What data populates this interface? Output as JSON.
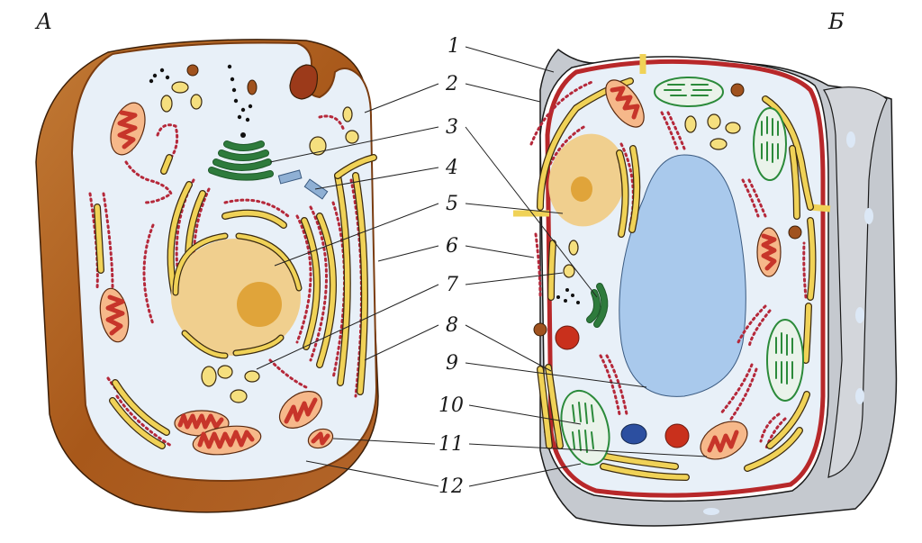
{
  "figure": {
    "title": "Animal and plant cell structure",
    "panels": [
      {
        "id": "A",
        "label": "А",
        "description": "Animal cell"
      },
      {
        "id": "B",
        "label": "Б",
        "description": "Plant cell"
      }
    ],
    "labels": [
      {
        "number": "1",
        "structure": "cell wall"
      },
      {
        "number": "2",
        "structure": "plasma membrane"
      },
      {
        "number": "3",
        "structure": "Golgi apparatus"
      },
      {
        "number": "4",
        "structure": "centrioles"
      },
      {
        "number": "5",
        "structure": "nucleus"
      },
      {
        "number": "6",
        "structure": "endoplasmic reticulum"
      },
      {
        "number": "7",
        "structure": "vesicles / lysosomes"
      },
      {
        "number": "8",
        "structure": "smooth endoplasmic reticulum"
      },
      {
        "number": "9",
        "structure": "vacuole"
      },
      {
        "number": "10",
        "structure": "chloroplast"
      },
      {
        "number": "11",
        "structure": "mitochondrion"
      },
      {
        "number": "12",
        "structure": "cytoplasm"
      }
    ]
  },
  "colors": {
    "animal_membrane": "#b8661e",
    "cytoplasm": "#e8f0f8",
    "nucleus": "#f0cf8e",
    "nucleolus": "#e0a43a",
    "er_dots": "#b5283a",
    "golgi_yellow": "#f0d257",
    "mitochondrion": "#c7352a",
    "chloroplast": "#2b8a3a",
    "vacuole": "#a9c9ec",
    "cell_wall": "#c5c9cf",
    "plant_membrane": "#b8282a"
  }
}
